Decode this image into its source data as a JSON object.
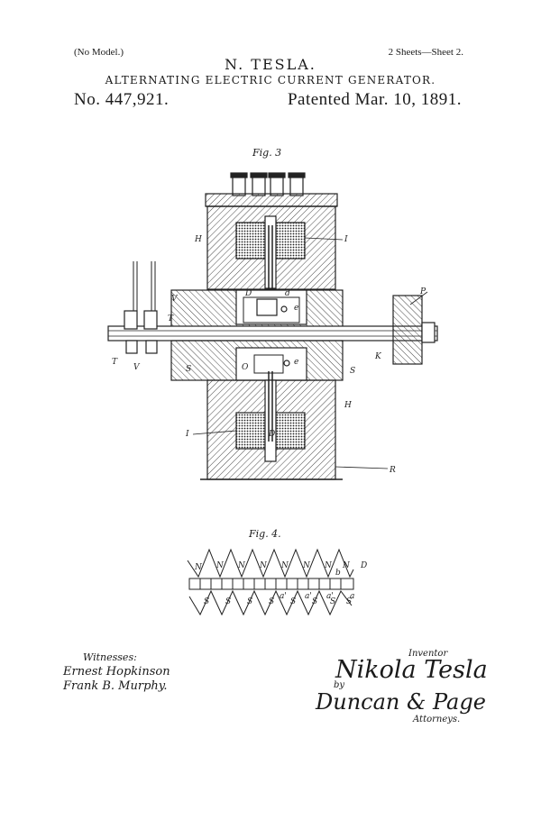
{
  "header": {
    "no_model": "(No Model.)",
    "sheets": "2 Sheets—Sheet 2.",
    "inventor_name": "N. TESLA.",
    "title": "ALTERNATING ELECTRIC CURRENT GENERATOR.",
    "patent_no": "No. 447,921.",
    "patented": "Patented Mar. 10, 1891."
  },
  "figures": {
    "fig3": {
      "label": "Fig. 3",
      "parts": {
        "H_top": "H",
        "I_top": "I",
        "D_top": "D",
        "d_top": "d",
        "e_top": "e",
        "V_upper": "V",
        "T_upper": "T",
        "P": "P",
        "T_lower": "T",
        "V_lower": "V",
        "S_left": "S",
        "O_lower": "O",
        "e_lower": "e",
        "S_right": "S",
        "K": "K",
        "H_lower": "H",
        "I_lower": "I",
        "D_lower": "D",
        "R": "R"
      }
    },
    "fig4": {
      "label": "Fig. 4.",
      "pole_labels_top": [
        "N",
        "N",
        "N",
        "N",
        "N",
        "N",
        "N",
        "N"
      ],
      "pole_labels_bottom": [
        "S",
        "S",
        "S",
        "S",
        "S",
        "S",
        "S",
        "S"
      ],
      "labels": {
        "D_right": "D",
        "b": "b",
        "a_1": "a'",
        "a_2": "a'",
        "a_3": "a'",
        "a_4": "a"
      }
    }
  },
  "signatures": {
    "witnesses_label": "Witnesses:",
    "witness1": "Ernest Hopkinson",
    "witness2": "Frank B. Murphy.",
    "inventor_label": "Inventor",
    "inventor_signature": "Nikola Tesla",
    "by_label": "by",
    "attorney_signature": "Duncan & Page",
    "attorneys_label": "Attorneys."
  }
}
